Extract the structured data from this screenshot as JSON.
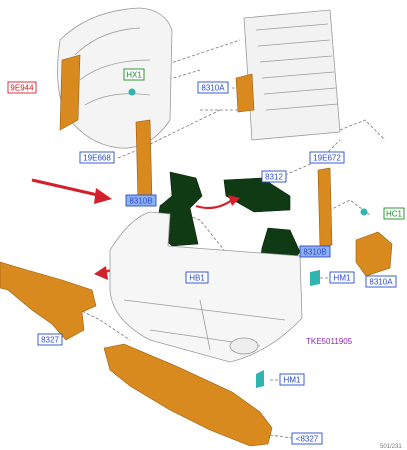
{
  "labels": {
    "fender_liner": "9E944",
    "hx1": "HX1",
    "radiator_support_left": "8310A",
    "bracket_left": "19E668",
    "bracket_center_blue": "8310B",
    "deflector_upper": "8312",
    "bracket_right": "19E672",
    "hc1": "HC1",
    "deflector_side_blue": "8310B",
    "hb1": "HB1",
    "hm1_right": "HM1",
    "radiator_support_right": "8310A",
    "bumper_beam": "8327",
    "bumper_cover": "TKE5011905",
    "hm1_lower": "HM1",
    "lower_shield": "<8327",
    "diagram_id": "501/231"
  },
  "colors": {
    "part_orange": "#d98a1e",
    "part_dark_green": "#0f3a14",
    "arrow_red": "#d4202a",
    "label_red": "#d0202a",
    "label_blue": "#2a4bd0",
    "label_green": "#1a8a2a",
    "label_purple": "#8a2ab0",
    "outline_gray": "#9a9a9a",
    "fastener_teal": "#2fb5b0"
  }
}
